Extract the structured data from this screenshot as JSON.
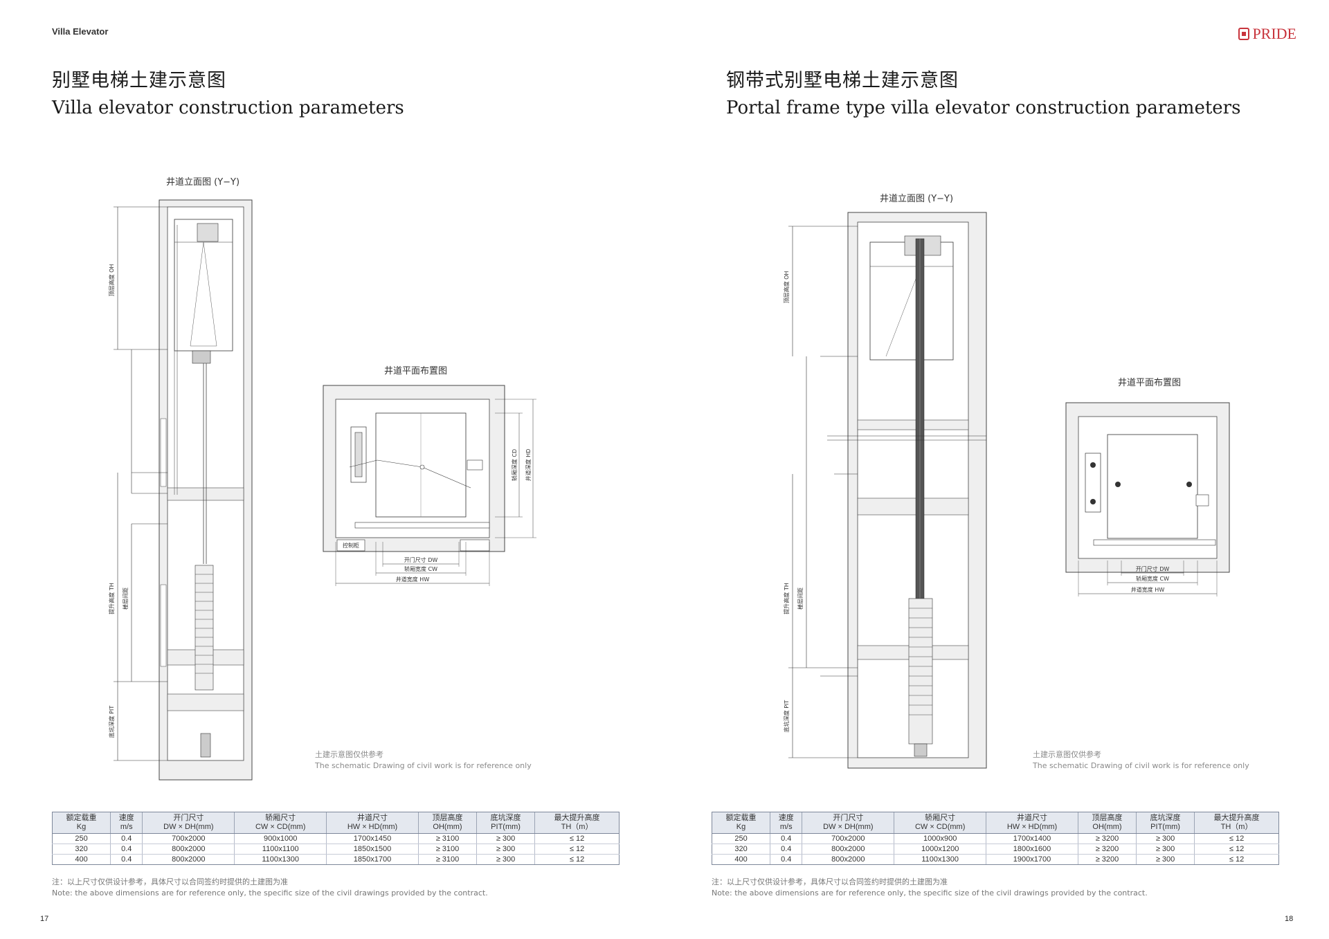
{
  "header": {
    "section": "Villa Elevator",
    "brand": "PRIDE"
  },
  "left": {
    "title_cn": "别墅电梯土建示意图",
    "title_en": "Villa elevator construction parameters",
    "elevation_caption": "井道立面图 (Y−Y)",
    "plan_caption": "井道平面布置图",
    "elevation_labels": {
      "oh": "顶层高度 OH",
      "th": "提升高度 TH",
      "floor": "楼层间距",
      "pit": "底坑深度 PIT"
    },
    "plan_labels": {
      "control": "控制柜",
      "cd": "轿厢深度 CD",
      "hd": "井道深度 HD",
      "dw": "开门尺寸 DW",
      "cw": "轿厢宽度 CW",
      "hw": "井道宽度 HW"
    },
    "reference_cn": "土建示意图仅供参考",
    "reference_en": "The schematic Drawing of civil work is for reference only",
    "table": {
      "headers": [
        [
          "额定载重",
          "Kg"
        ],
        [
          "速度",
          "m/s"
        ],
        [
          "开门尺寸",
          "DW × DH(mm)"
        ],
        [
          "轿厢尺寸",
          "CW × CD(mm)"
        ],
        [
          "井道尺寸",
          "HW × HD(mm)"
        ],
        [
          "顶层高度",
          "OH(mm)"
        ],
        [
          "底坑深度",
          "PIT(mm)"
        ],
        [
          "最大提升高度",
          "TH（m）"
        ]
      ],
      "rows": [
        [
          "250",
          "0.4",
          "700x2000",
          "900x1000",
          "1700x1450",
          "≥ 3100",
          "≥ 300",
          "≤ 12"
        ],
        [
          "320",
          "0.4",
          "800x2000",
          "1100x1100",
          "1850x1500",
          "≥ 3100",
          "≥ 300",
          "≤ 12"
        ],
        [
          "400",
          "0.4",
          "800x2000",
          "1100x1300",
          "1850x1700",
          "≥ 3100",
          "≥ 300",
          "≤ 12"
        ]
      ]
    },
    "note_cn": "注：以上尺寸仅供设计参考，具体尺寸以合同签约时提供的土建图为准",
    "note_en": "Note: the above dimensions are for reference only, the specific size of the civil drawings provided by the contract.",
    "page_number": "17"
  },
  "right": {
    "title_cn": "钢带式别墅电梯土建示意图",
    "title_en": "Portal frame type villa elevator construction parameters",
    "elevation_caption": "井道立面图 (Y−Y)",
    "plan_caption": "井道平面布置图",
    "elevation_labels": {
      "oh": "顶层高度 OH",
      "th": "提升高度 TH",
      "floor": "楼层间距",
      "pit": "底坑深度 PIT"
    },
    "plan_labels": {
      "dw": "开门尺寸 DW",
      "cw": "轿厢宽度 CW",
      "hw": "井道宽度 HW"
    },
    "reference_cn": "土建示意图仅供参考",
    "reference_en": "The schematic Drawing of civil work is for reference only",
    "table": {
      "headers": [
        [
          "额定载重",
          "Kg"
        ],
        [
          "速度",
          "m/s"
        ],
        [
          "开门尺寸",
          "DW × DH(mm)"
        ],
        [
          "轿厢尺寸",
          "CW × CD(mm)"
        ],
        [
          "井道尺寸",
          "HW × HD(mm)"
        ],
        [
          "顶层高度",
          "OH(mm)"
        ],
        [
          "底坑深度",
          "PIT(mm)"
        ],
        [
          "最大提升高度",
          "TH（m）"
        ]
      ],
      "rows": [
        [
          "250",
          "0.4",
          "700x2000",
          "1000x900",
          "1700x1400",
          "≥ 3200",
          "≥ 300",
          "≤ 12"
        ],
        [
          "320",
          "0.4",
          "800x2000",
          "1000x1200",
          "1800x1600",
          "≥ 3200",
          "≥ 300",
          "≤ 12"
        ],
        [
          "400",
          "0.4",
          "800x2000",
          "1100x1300",
          "1900x1700",
          "≥ 3200",
          "≥ 300",
          "≤ 12"
        ]
      ]
    },
    "note_cn": "注：以上尺寸仅供设计参考，具体尺寸以合同签约时提供的土建图为准",
    "note_en": "Note: the above dimensions are for reference only, the specific size of the civil drawings provided by the contract.",
    "page_number": "18"
  },
  "colors": {
    "brand": "#c8343c",
    "table_header": "#e4e8ef",
    "wall": "#efefef"
  }
}
